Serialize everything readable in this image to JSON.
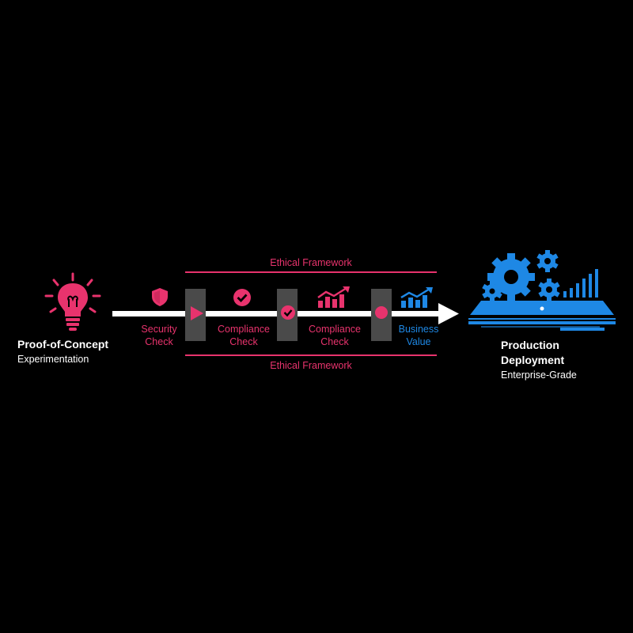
{
  "colors": {
    "background": "#000000",
    "pink": "#e8336d",
    "blue": "#1e88e5",
    "gate": "#4a4a4a",
    "arrow": "#ffffff"
  },
  "start": {
    "title": "Proof-of-Concept",
    "subtitle": "Experimentation",
    "icon": "lightbulb-icon"
  },
  "framework": {
    "top_label": "Ethical Framework",
    "bottom_label": "Ethical Framework"
  },
  "steps": [
    {
      "label_line1": "Security",
      "label_line2": "Check",
      "icon": "shield-icon",
      "color": "#e8336d"
    },
    {
      "label_line1": "Compliance",
      "label_line2": "Check",
      "icon": "check-circle-icon",
      "color": "#e8336d"
    },
    {
      "label_line1": "Compliance",
      "label_line2": "Check",
      "icon": "trend-chart-icon",
      "color": "#e8336d"
    },
    {
      "label_line1": "Business",
      "label_line2": "Value",
      "icon": "trend-chart-icon",
      "color": "#1e88e5"
    }
  ],
  "gates": [
    {
      "icon": "play-icon"
    },
    {
      "icon": "check-circle-icon"
    },
    {
      "icon": "dot-icon"
    }
  ],
  "end": {
    "title_line1": "Production",
    "title_line2": "Deployment",
    "subtitle": "Enterprise-Grade",
    "icon": "gears-platform-icon"
  }
}
